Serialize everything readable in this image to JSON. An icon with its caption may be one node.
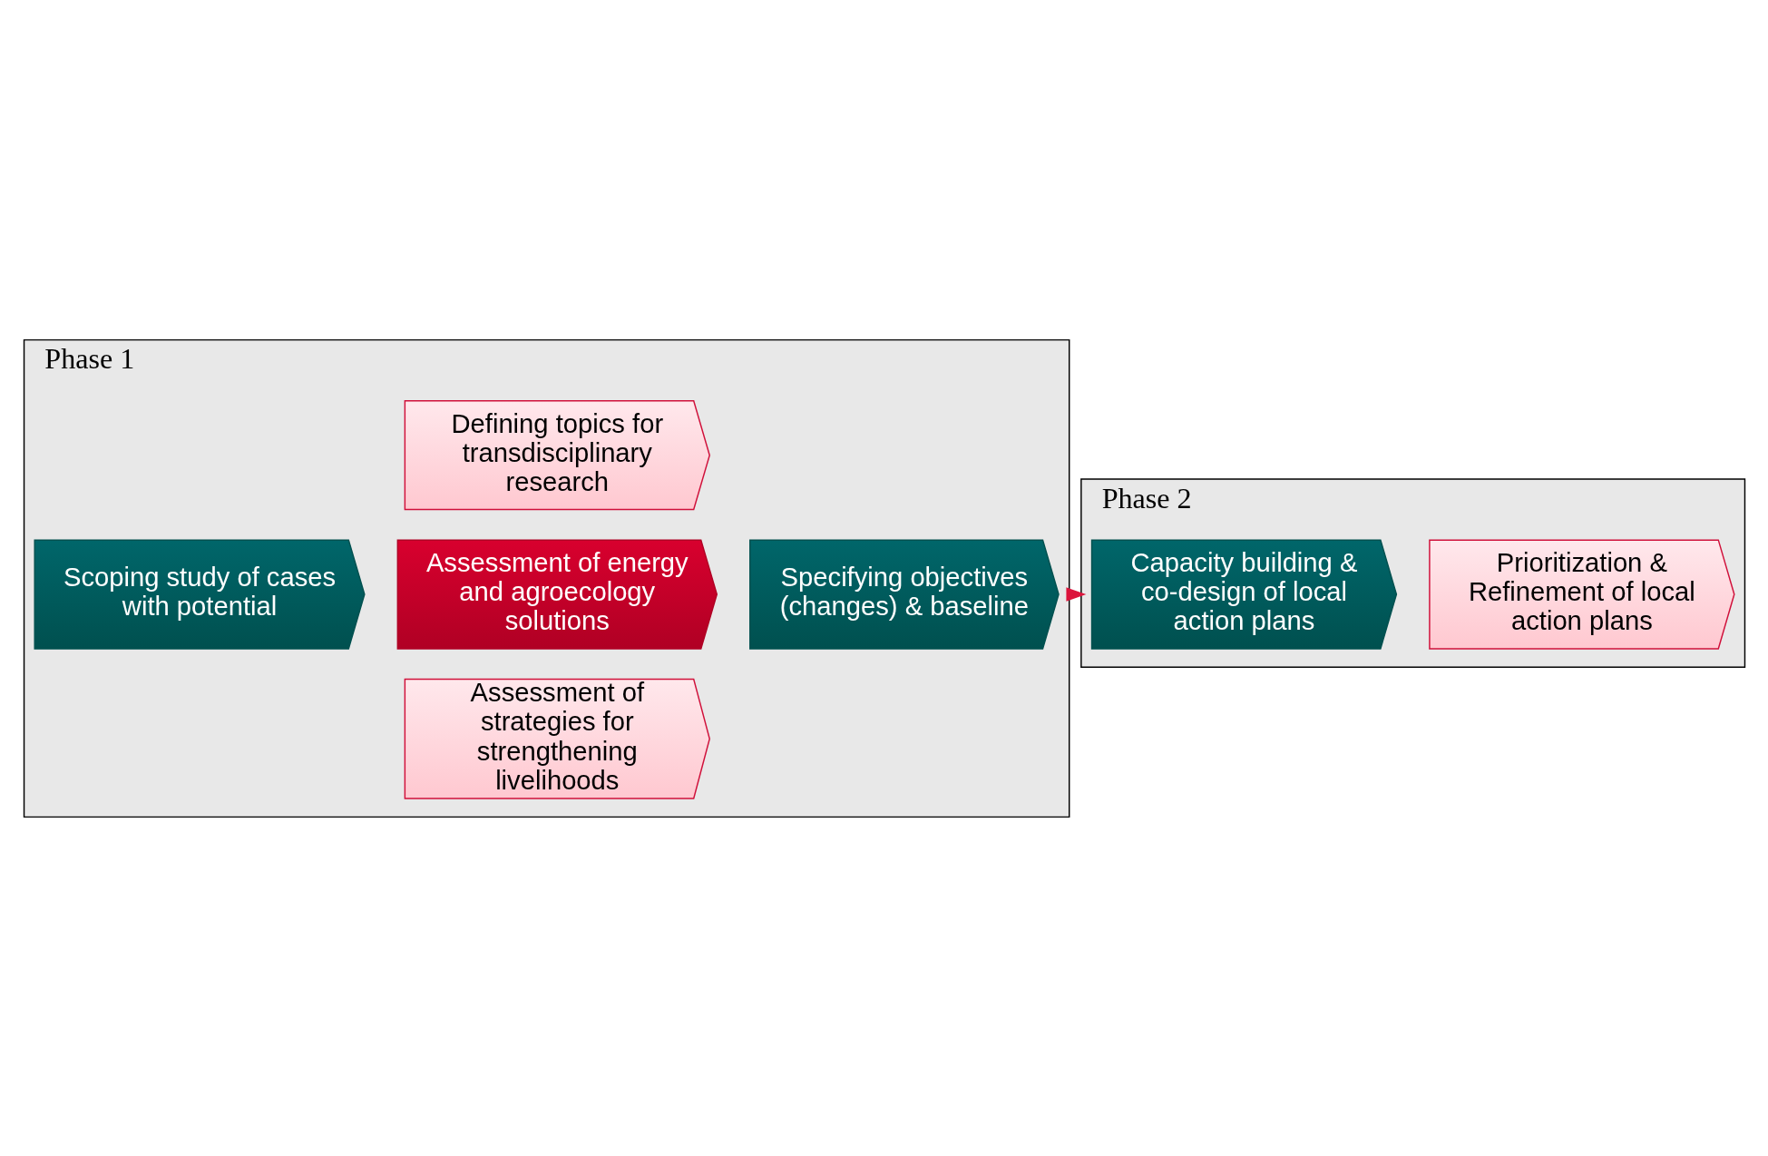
{
  "diagram": {
    "nodes": [
      {
        "text": [
          "Phase 1"
        ]
      },
      {
        "text": [
          "Scoping study of cases with potential"
        ],
        "in": 0
      },
      {
        "text": [
          "Assessment of strategies for strengthening livelihoods"
        ],
        "in": 0
      },
      {
        "text": [
          "Assessment of energy and agroecology solutions"
        ],
        "in": 0
      },
      {
        "text": [
          "Defining topics for transdisciplinary research"
        ],
        "in": 0
      },
      {
        "text": [
          "Specifying objectives (changes) & baseline"
        ],
        "in": 0
      },
      {
        "text": [
          "Phase 2"
        ]
      },
      {
        "text": [
          "Capacity building & co-design of local action plans"
        ],
        "in": 6
      },
      {
        "text": [
          "Prioritization & Refinement of local action plans"
        ],
        "in": 6
      }
    ],
    "edges": [
      {
        "from": 0,
        "to": 6,
        "arrow": "to",
        "style": "dashed",
        "color": "#dc143c"
      }
    ]
  }
}
